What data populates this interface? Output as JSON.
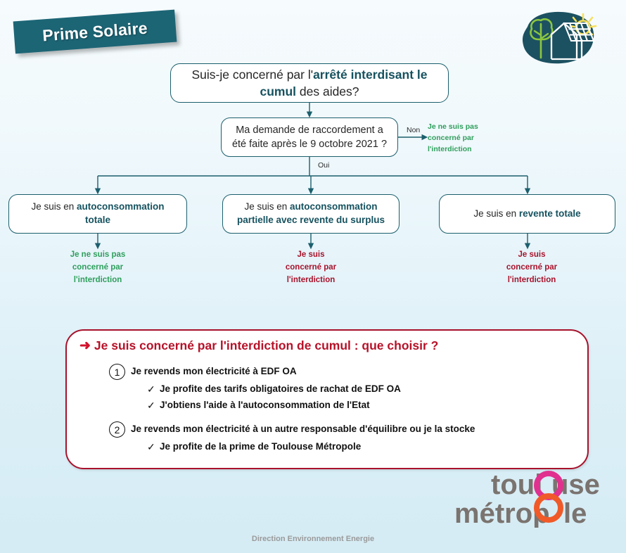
{
  "banner": {
    "title": "Prime Solaire",
    "color": "#1c6575"
  },
  "header_logo": {
    "icon": "solar-house-logo",
    "blob_color": "#1c5161",
    "tree_color": "#8cc63f",
    "sun_color": "#f7e05c",
    "house_color": "#ffffff"
  },
  "flowchart": {
    "q1": {
      "text_plain_1": "Suis-je concerné par l'",
      "text_bold_1": "arrêté interdisant le cumul",
      "text_plain_2": " des aides?"
    },
    "q2": {
      "text": "Ma demande de raccordement a été faite après le 9 octobre 2021 ?"
    },
    "edge_labels": {
      "non": "Non",
      "oui": "Oui"
    },
    "outcome_non": "Je ne suis pas\nconcerné par\nl'interdiction",
    "options": [
      {
        "plain": "Je suis en ",
        "bold": "autoconsommation totale",
        "outcome": "Je ne suis pas\nconcerné par\nl'interdiction",
        "outcome_status": "not-concerned",
        "outcome_color": "#2f9e5c"
      },
      {
        "plain": "Je suis en ",
        "bold": "autoconsommation partielle avec revente du surplus",
        "outcome": "Je suis\nconcerné par\nl'interdiction",
        "outcome_status": "concerned",
        "outcome_color": "#a8122b"
      },
      {
        "plain": "Je suis en ",
        "bold": "revente totale",
        "outcome": "Je suis\nconcerné par\nl'interdiction",
        "outcome_status": "concerned",
        "outcome_color": "#a8122b"
      }
    ]
  },
  "panel": {
    "arrow_glyph": "➜",
    "heading": "Je suis concerné par l'interdiction de cumul : que choisir ?",
    "border_color": "#a8122b",
    "items": [
      {
        "number": "1",
        "title": "Je revends mon électricité à EDF OA",
        "subitems": [
          "Je profite des tarifs obligatoires de rachat de EDF OA",
          "J'obtiens l'aide à l'autoconsommation de l'Etat"
        ]
      },
      {
        "number": "2",
        "title": "Je revends mon électricité à un autre responsable d'équilibre ou je la stocke",
        "subitems": [
          "Je profite de la prime de Toulouse Métropole"
        ]
      }
    ],
    "check_glyph": "✓"
  },
  "tm_logo": {
    "line1": "toulouse",
    "line2": "métropole",
    "text_color": "#7a736f",
    "accent_pink": "#e0318f",
    "accent_orange": "#f05a28"
  },
  "footer": {
    "text": "Direction Environnement Energie"
  }
}
